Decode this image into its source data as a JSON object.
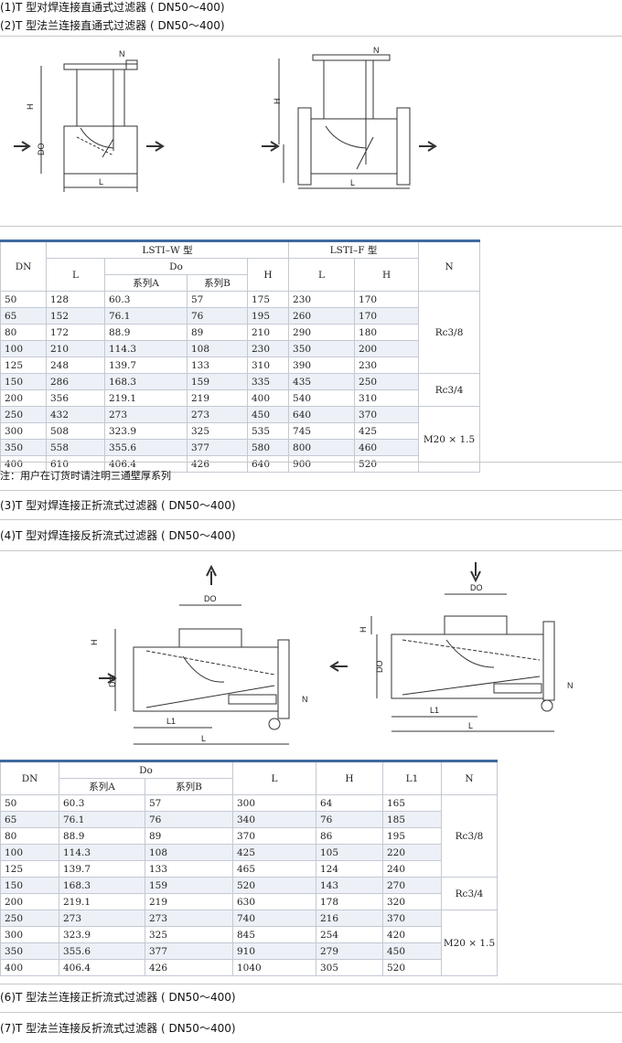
{
  "captions": {
    "c1": "(1)T 型对焊连接直通式过滤器 ( DN50～400)",
    "c2": "(2)T 型法兰连接直通式过滤器 ( DN50～400)",
    "c3": "(3)T 型对焊连接正折流式过滤器 ( DN50～400)",
    "c4": "(4)T 型对焊连接反折流式过滤器 ( DN50～400)",
    "c6": "(6)T 型法兰连接正折流式过滤器 ( DN50～400)",
    "c7": "(7)T 型法兰连接反折流式过滤器 ( DN50～400)"
  },
  "figure1": {
    "H": "H",
    "DO": "DO",
    "L": "L",
    "N": "N"
  },
  "figure2": {
    "H": "H",
    "DO": "DO",
    "L": "L",
    "L1": "L1",
    "N": "N"
  },
  "table1": {
    "dn": "DN",
    "w_group": "LSTI–W 型",
    "f_group": "LSTI–F 型",
    "n": "N",
    "l": "L",
    "do": "Do",
    "series_a": "系列A",
    "series_b": "系列B",
    "h": "H",
    "rows": [
      [
        "50",
        "128",
        "60.3",
        "57",
        "175",
        "230",
        "170"
      ],
      [
        "65",
        "152",
        "76.1",
        "76",
        "195",
        "260",
        "170"
      ],
      [
        "80",
        "172",
        "88.9",
        "89",
        "210",
        "290",
        "180"
      ],
      [
        "100",
        "210",
        "114.3",
        "108",
        "230",
        "350",
        "200"
      ],
      [
        "125",
        "248",
        "139.7",
        "133",
        "310",
        "390",
        "230"
      ],
      [
        "150",
        "286",
        "168.3",
        "159",
        "335",
        "435",
        "250"
      ],
      [
        "200",
        "356",
        "219.1",
        "219",
        "400",
        "540",
        "310"
      ],
      [
        "250",
        "432",
        "273",
        "273",
        "450",
        "640",
        "370"
      ],
      [
        "300",
        "508",
        "323.9",
        "325",
        "535",
        "745",
        "425"
      ],
      [
        "350",
        "558",
        "355.6",
        "377",
        "580",
        "800",
        "460"
      ],
      [
        "400",
        "610",
        "406.4",
        "426",
        "640",
        "900",
        "520"
      ]
    ],
    "n_groups": [
      "Rc3/8",
      "Rc3/4",
      "M20 × 1.5"
    ]
  },
  "note": "注：用户在订货时请注明三通壁厚系列",
  "table2": {
    "dn": "DN",
    "do": "Do",
    "series_a": "系列A",
    "series_b": "系列B",
    "l": "L",
    "h": "H",
    "l1": "L1",
    "n": "N",
    "rows": [
      [
        "50",
        "60.3",
        "57",
        "300",
        "64",
        "165"
      ],
      [
        "65",
        "76.1",
        "76",
        "340",
        "76",
        "185"
      ],
      [
        "80",
        "88.9",
        "89",
        "370",
        "86",
        "195"
      ],
      [
        "100",
        "114.3",
        "108",
        "425",
        "105",
        "220"
      ],
      [
        "125",
        "139.7",
        "133",
        "465",
        "124",
        "240"
      ],
      [
        "150",
        "168.3",
        "159",
        "520",
        "143",
        "270"
      ],
      [
        "200",
        "219.1",
        "219",
        "630",
        "178",
        "320"
      ],
      [
        "250",
        "273",
        "273",
        "740",
        "216",
        "370"
      ],
      [
        "300",
        "323.9",
        "325",
        "845",
        "254",
        "420"
      ],
      [
        "350",
        "355.6",
        "377",
        "910",
        "279",
        "450"
      ],
      [
        "400",
        "406.4",
        "426",
        "1040",
        "305",
        "520"
      ]
    ],
    "n_groups": [
      "Rc3/8",
      "Rc3/4",
      "M20 × 1.5"
    ]
  }
}
